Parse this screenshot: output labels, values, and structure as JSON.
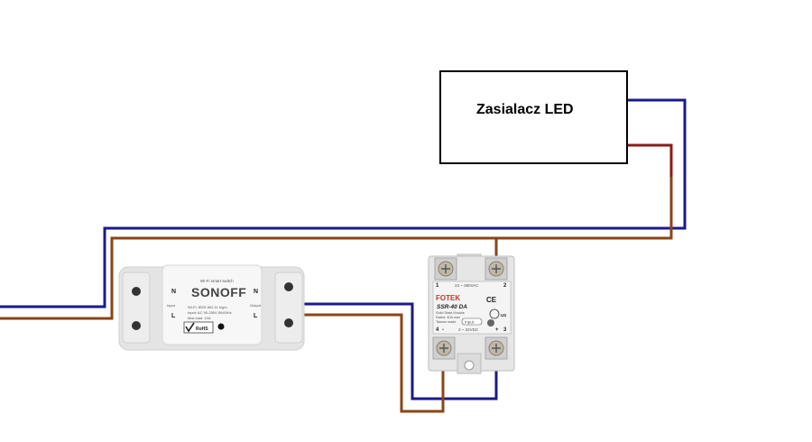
{
  "power_supply": {
    "label": "Zasialacz LED"
  },
  "wifi_switch": {
    "brand": "SONOFF",
    "header": "Wi-Fi smart switch",
    "spec_1": "Wi-Fi: IEEE 802.11 b/g/n",
    "spec_2": "Input: AC 90-250V 50/60Hz",
    "spec_3": "Max load: 10A",
    "input_side": "Input",
    "output_side": "Output",
    "terminal_n_in": "N",
    "terminal_l_in": "L",
    "terminal_n_out": "N",
    "terminal_l_out": "L",
    "badge": "RoHS"
  },
  "relay": {
    "brand": "FOTEK",
    "model": "SSR-40 DA",
    "line_1": "Solid State Module",
    "line_2": "Rated: 40A max",
    "line_3": "Taiwan made",
    "output_range": "24 ~ 380VAC",
    "input_label": "Input",
    "input_range": "3 ~ 32VDC",
    "terminal_1": "1",
    "terminal_2": "2",
    "terminal_3": "3",
    "terminal_4": "4",
    "minus": "-",
    "plus": "+",
    "ce_mark": "CE",
    "ul_mark": "US"
  },
  "wire_colors": {
    "neutral": "#1a1a8c",
    "live": "#8b4513",
    "psu_output": "#8b1a1a"
  }
}
